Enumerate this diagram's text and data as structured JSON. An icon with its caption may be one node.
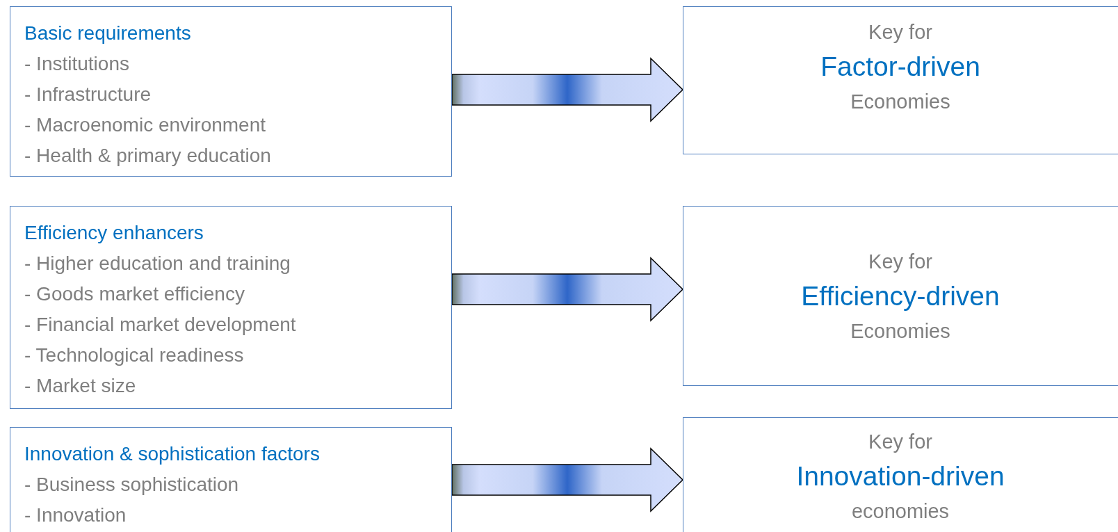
{
  "diagram": {
    "nodes": [
      {
        "text": [
          "Basic requirements",
          "- Institutions",
          "- Infrastructure",
          "- Macroenomic environment",
          "- Health & primary education"
        ]
      },
      {
        "text": [
          "Efficiency enhancers",
          "- Higher education and training",
          "- Goods market efficiency",
          "- Financial market development",
          "- Technological readiness",
          "- Market size"
        ]
      },
      {
        "text": [
          "Innovation & sophistication factors",
          "- Business sophistication",
          "- Innovation"
        ]
      },
      {
        "text": [
          "Key for",
          "Factor-driven",
          "Economies"
        ]
      },
      {
        "text": [
          "Key for",
          "Efficiency-driven",
          "Economies"
        ]
      },
      {
        "text": [
          "Key for",
          "Innovation-driven",
          "economies"
        ]
      }
    ],
    "edges": [
      {
        "from": 0,
        "to": 3,
        "arrow": "to"
      },
      {
        "from": 1,
        "to": 4,
        "arrow": "to"
      },
      {
        "from": 2,
        "to": 5,
        "arrow": "to"
      }
    ]
  }
}
